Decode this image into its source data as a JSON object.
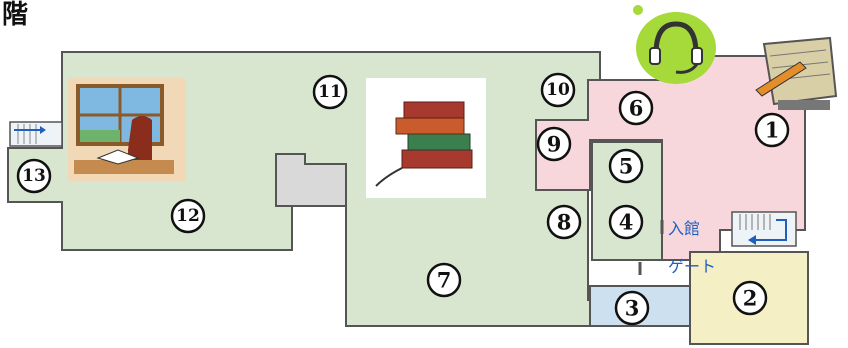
{
  "floor_label": "階",
  "entrance_label": "入館",
  "gate_label": "ゲート",
  "rooms": [
    "1",
    "2",
    "3",
    "4",
    "5",
    "6",
    "7",
    "8",
    "9",
    "10",
    "11",
    "12",
    "13"
  ],
  "colors": {
    "reading_area": "#d8e6cf",
    "pink_area": "#f7d6dc",
    "yellow_area": "#f5efc5",
    "blue_area": "#cde0ef",
    "gray_area": "#d9d9d9",
    "entrance_text": "#1f5fc0"
  },
  "icons": {
    "reading_room": "window-desk-book-icon",
    "books": "stack-of-books-icon",
    "service": "headset-icon",
    "writing": "notebook-pencil-icon",
    "stairs": "stairs-icon"
  }
}
